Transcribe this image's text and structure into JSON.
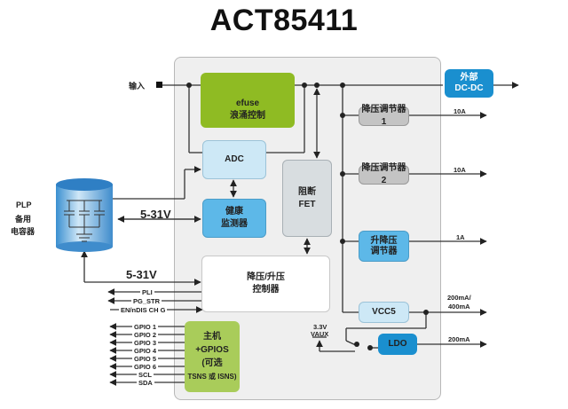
{
  "title": "ACT85411",
  "input_label": "输入",
  "plp": {
    "line1": "PLP",
    "line2": "备用",
    "line3": "电容器"
  },
  "voltage_top": "5-31V",
  "voltage_bottom": "5-31V",
  "blocks": {
    "efuse": {
      "line1": "efuse",
      "line2": "浪涌控制"
    },
    "adc": {
      "label": "ADC"
    },
    "health": {
      "line1": "健康",
      "line2": "监测器"
    },
    "fet": {
      "line1": "阻断",
      "line2": "FET"
    },
    "buckboost_ctrl": {
      "line1": "降压/升压",
      "line2": "控制器"
    },
    "host": {
      "line1": "主机",
      "line2": "+GPIOS",
      "line3": "(可选",
      "line4": "TSNS 或 ISNS)"
    },
    "ext_dcdc": {
      "line1": "外部",
      "line2": "DC-DC"
    },
    "buck1": {
      "label": "降压调节器 1"
    },
    "buck2": {
      "label": "降压调节器 2"
    },
    "buckboost_reg": {
      "line1": "升降压",
      "line2": "调节器"
    },
    "vcc5": {
      "label": "VCC5"
    },
    "ldo": {
      "label": "LDO"
    }
  },
  "outputs": {
    "buck1": "10A",
    "buck2": "10A",
    "buckboost": "1A",
    "vcc5_line1": "200mA/",
    "vcc5_line2": "400mA",
    "ldo": "200mA"
  },
  "vaux": {
    "line1": "3.3V",
    "line2": "VAUX"
  },
  "control_signals": [
    "PLI",
    "PG_STR",
    "EN/nDIS CH G"
  ],
  "gpio_signals": [
    "GPIO 1",
    "GPIO 2",
    "GPIO 3",
    "GPIO 4",
    "GPIO 5",
    "GPIO 6",
    "SCL",
    "SDA"
  ],
  "colors": {
    "green": "#8fbb23",
    "light_green": "#a9cc5a",
    "light_blue": "#cde8f6",
    "mid_blue": "#5db8e8",
    "dark_blue": "#1a8fcf",
    "gray": "#c4c4c4",
    "fet_gray": "#d8dde0"
  }
}
